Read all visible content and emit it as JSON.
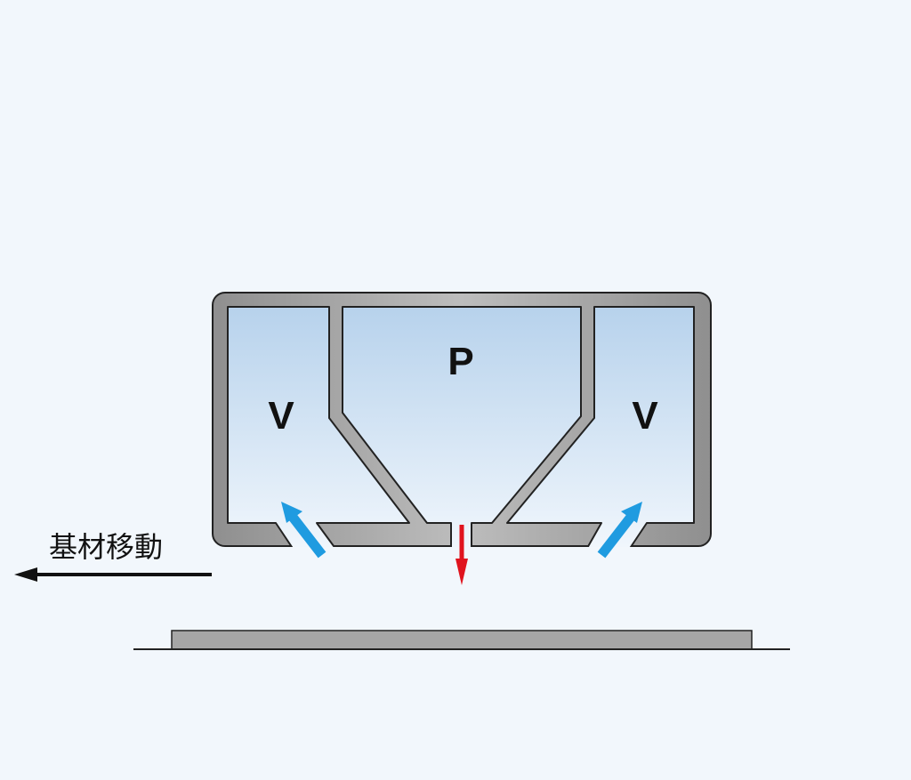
{
  "diagram": {
    "labels": {
      "pressure_chamber": "P",
      "vacuum_left": "V",
      "vacuum_right": "V",
      "substrate_motion": "基材移動"
    },
    "colors": {
      "background": "#f2f7fc",
      "head_body": "#a9a9a9",
      "chamber_top": "#b7d2ec",
      "chamber_bottom": "#f0f6fc",
      "suction_arrow": "#1f9be0",
      "discharge_arrow": "#e0141e",
      "substrate": "#a6a6a6"
    }
  }
}
